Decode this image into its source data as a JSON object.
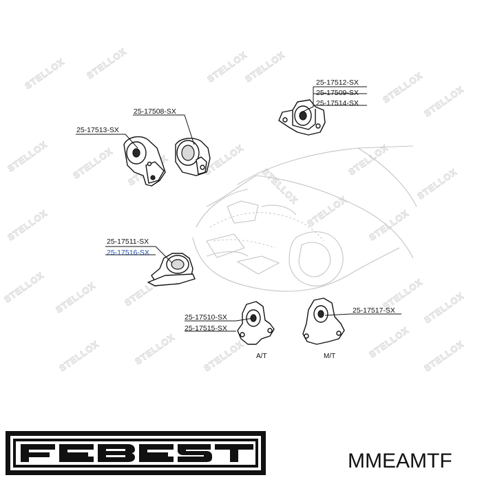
{
  "watermark": {
    "text": "STELLOX"
  },
  "parts": {
    "upper_right": [
      "25-17512-SX",
      "25-17509-SX",
      "25-17514-SX"
    ],
    "upper_center": [
      "25-17508-SX"
    ],
    "upper_left": [
      "25-17513-SX"
    ],
    "middle_left": [
      "25-17511-SX",
      "25-17516-SX"
    ],
    "lower_center": [
      "25-17510-SX",
      "25-17515-SX"
    ],
    "lower_right": [
      "25-17517-SX"
    ]
  },
  "transmission_labels": {
    "automatic": "A/T",
    "manual": "M/T"
  },
  "colors": {
    "highlight_label": "#1f4fa8",
    "line": "#111111",
    "watermark": "#d4d4d4"
  },
  "footer": {
    "brand": "FEBEST",
    "model_code": "MMEAMTF"
  }
}
